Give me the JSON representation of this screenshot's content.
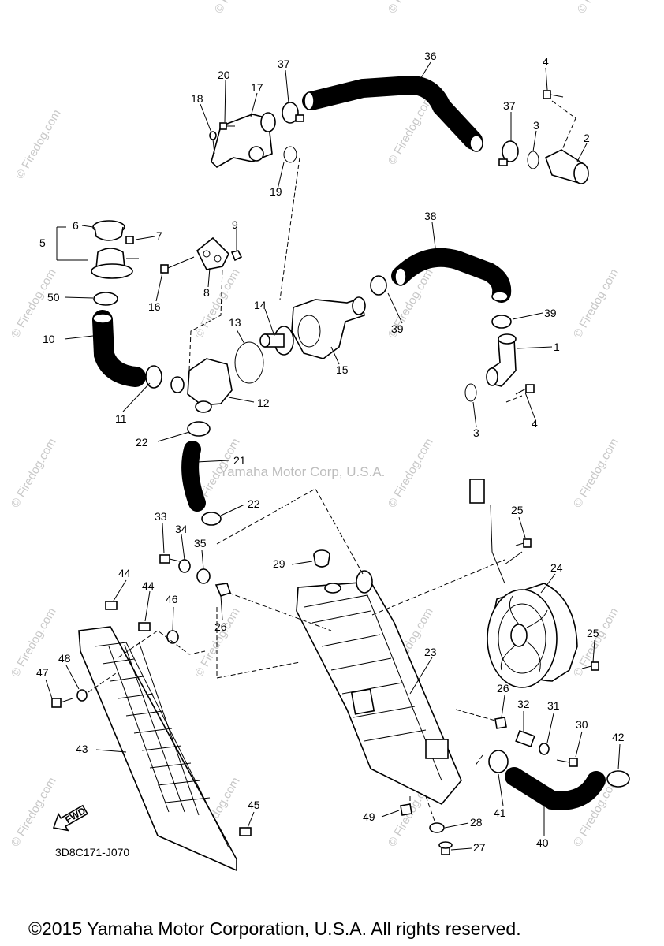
{
  "watermark": {
    "text": "© Firedog.com"
  },
  "credit": "Yamaha Motor Corp, U.S.A.",
  "diagram_code": "3D8C171-J070",
  "fwd_label": "FWD",
  "copyright": "©2015 Yamaha Motor Corporation, U.S.A. All rights reserved.",
  "callouts": [
    {
      "id": "36",
      "label": "36"
    },
    {
      "id": "37a",
      "label": "37"
    },
    {
      "id": "4a",
      "label": "4"
    },
    {
      "id": "20",
      "label": "20"
    },
    {
      "id": "17",
      "label": "17"
    },
    {
      "id": "18",
      "label": "18"
    },
    {
      "id": "37b",
      "label": "37"
    },
    {
      "id": "3a",
      "label": "3"
    },
    {
      "id": "2",
      "label": "2"
    },
    {
      "id": "19",
      "label": "19"
    },
    {
      "id": "6",
      "label": "6"
    },
    {
      "id": "5",
      "label": "5"
    },
    {
      "id": "7",
      "label": "7"
    },
    {
      "id": "9",
      "label": "9"
    },
    {
      "id": "38",
      "label": "38"
    },
    {
      "id": "16",
      "label": "16"
    },
    {
      "id": "8",
      "label": "8"
    },
    {
      "id": "50",
      "label": "50"
    },
    {
      "id": "14",
      "label": "14"
    },
    {
      "id": "39a",
      "label": "39"
    },
    {
      "id": "39b",
      "label": "39"
    },
    {
      "id": "10",
      "label": "10"
    },
    {
      "id": "13",
      "label": "13"
    },
    {
      "id": "15",
      "label": "15"
    },
    {
      "id": "1",
      "label": "1"
    },
    {
      "id": "12",
      "label": "12"
    },
    {
      "id": "11",
      "label": "11"
    },
    {
      "id": "3b",
      "label": "3"
    },
    {
      "id": "4b",
      "label": "4"
    },
    {
      "id": "22a",
      "label": "22"
    },
    {
      "id": "21",
      "label": "21"
    },
    {
      "id": "22b",
      "label": "22"
    },
    {
      "id": "25a",
      "label": "25"
    },
    {
      "id": "33",
      "label": "33"
    },
    {
      "id": "34",
      "label": "34"
    },
    {
      "id": "35",
      "label": "35"
    },
    {
      "id": "29",
      "label": "29"
    },
    {
      "id": "24",
      "label": "24"
    },
    {
      "id": "44a",
      "label": "44"
    },
    {
      "id": "44b",
      "label": "44"
    },
    {
      "id": "46",
      "label": "46"
    },
    {
      "id": "26a",
      "label": "26"
    },
    {
      "id": "25b",
      "label": "25"
    },
    {
      "id": "23",
      "label": "23"
    },
    {
      "id": "48",
      "label": "48"
    },
    {
      "id": "47",
      "label": "47"
    },
    {
      "id": "26b",
      "label": "26"
    },
    {
      "id": "32",
      "label": "32"
    },
    {
      "id": "31",
      "label": "31"
    },
    {
      "id": "30",
      "label": "30"
    },
    {
      "id": "42",
      "label": "42"
    },
    {
      "id": "43",
      "label": "43"
    },
    {
      "id": "45",
      "label": "45"
    },
    {
      "id": "49",
      "label": "49"
    },
    {
      "id": "28",
      "label": "28"
    },
    {
      "id": "41",
      "label": "41"
    },
    {
      "id": "40",
      "label": "40"
    },
    {
      "id": "27",
      "label": "27"
    }
  ]
}
